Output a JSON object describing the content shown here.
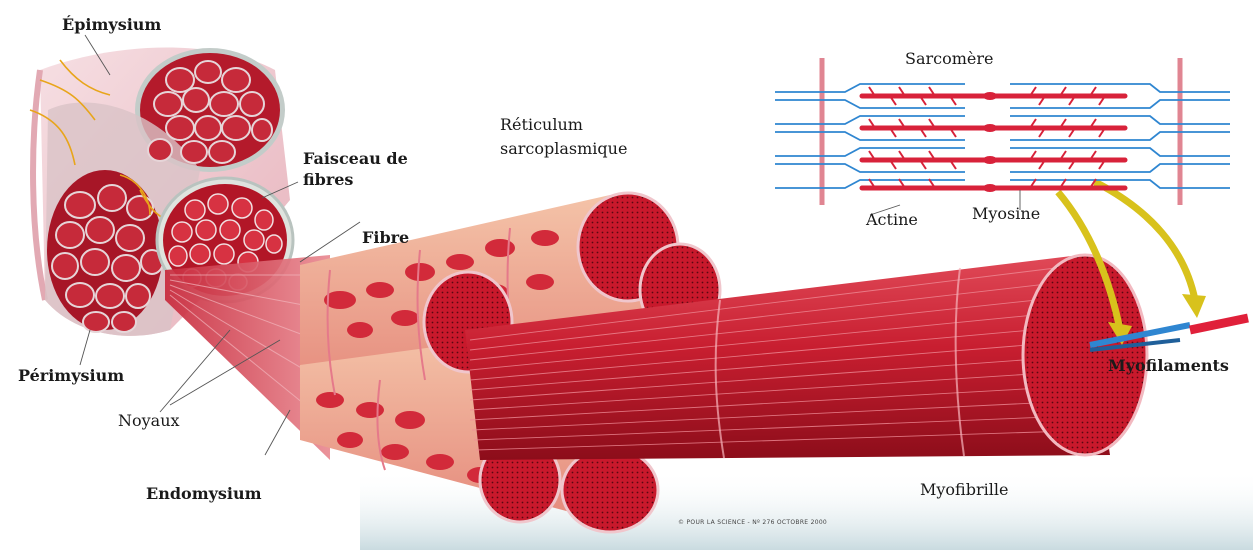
{
  "labels": {
    "epimysium": "Épimysium",
    "faisceau_line1": "Faisceau de",
    "faisceau_line2": "fibres",
    "fibre": "Fibre",
    "reticulum_line1": "Réticulum",
    "reticulum_line2": "sarcoplasmique",
    "perimysium": "Périmysium",
    "noyaux": "Noyaux",
    "endomysium": "Endomysium",
    "sarcomere": "Sarcomère",
    "actine": "Actine",
    "myosine": "Myosine",
    "myofilaments": "Myofilaments",
    "myofibrille": "Myofibrille"
  },
  "credit": "© POUR LA SCIENCE - Nº 276 OCTOBRE 2000",
  "colors": {
    "muscle_red": "#c4162a",
    "dark_red": "#8f0e1c",
    "fascia_pink": "#f1c9cf",
    "actin_blue": "#2f86d1",
    "myosin_red": "#d8223a",
    "arrow_yellow": "#d8c21c"
  }
}
